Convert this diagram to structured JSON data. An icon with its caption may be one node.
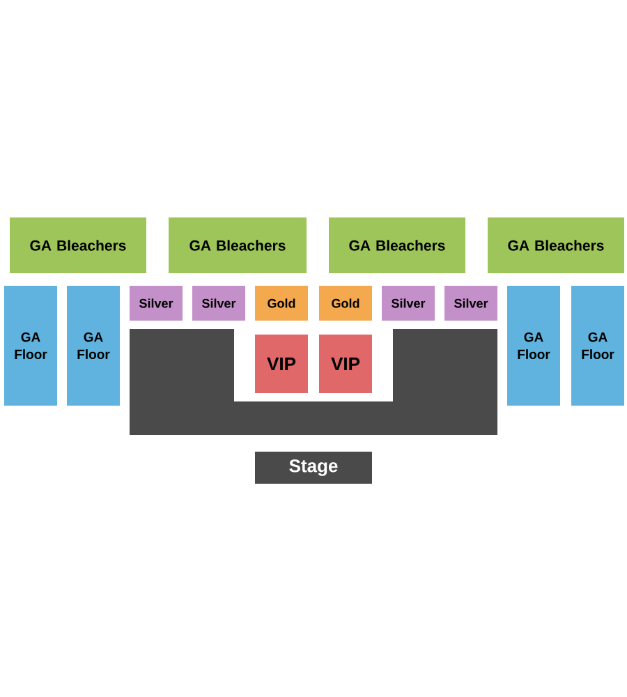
{
  "diagram": {
    "nodes": [
      {
        "text": [
          "GA Bleachers"
        ]
      },
      {
        "text": [
          "GA Bleachers"
        ]
      },
      {
        "text": [
          "GA Bleachers"
        ]
      },
      {
        "text": [
          "GA Bleachers"
        ]
      },
      {
        "text": [
          "GA Floor"
        ]
      },
      {
        "text": [
          "GA Floor"
        ]
      },
      {
        "text": [
          "Silver"
        ]
      },
      {
        "text": [
          "Silver"
        ]
      },
      {
        "text": [
          "Gold"
        ]
      },
      {
        "text": [
          "Gold"
        ]
      },
      {
        "text": [
          "Silver"
        ]
      },
      {
        "text": [
          "Silver"
        ]
      },
      {
        "text": [
          "GA Floor"
        ]
      },
      {
        "text": [
          "GA Floor"
        ]
      },
      {
        "text": [],
        "shape": "box"
      },
      {
        "text": [
          "VIP"
        ]
      },
      {
        "text": [
          "VIP"
        ]
      },
      {
        "text": [
          "Stage"
        ]
      }
    ],
    "edges": []
  }
}
